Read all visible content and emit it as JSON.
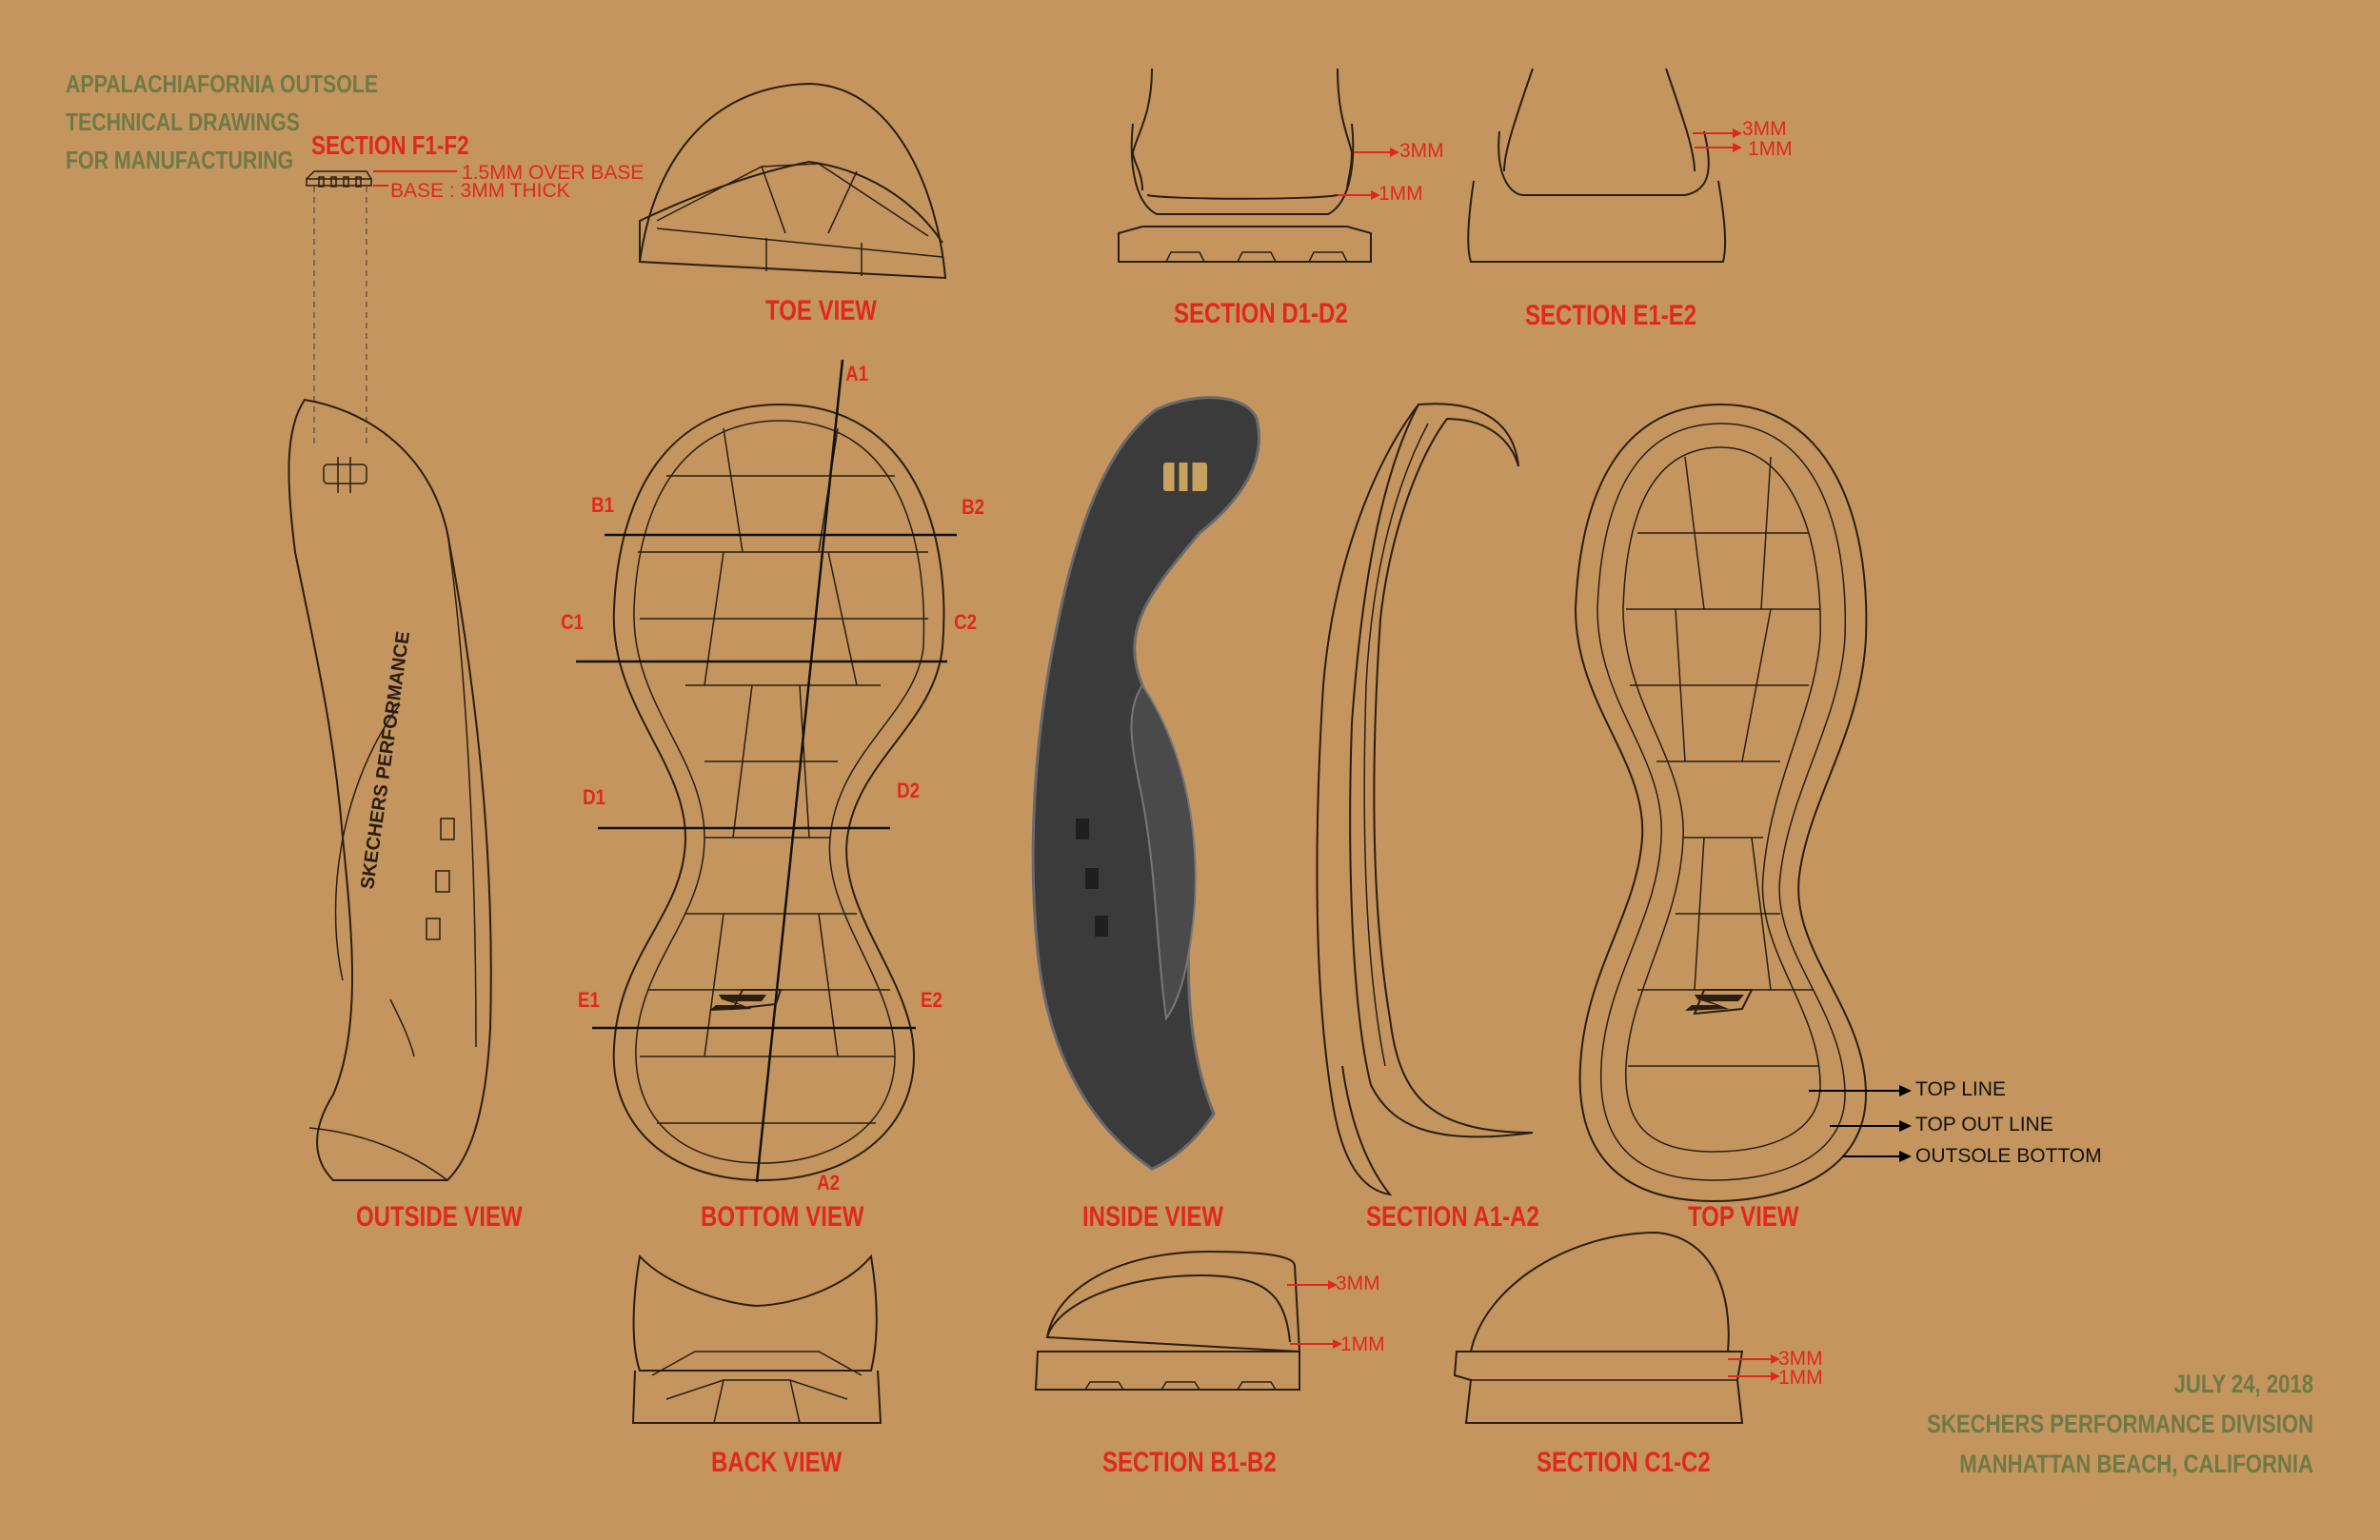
{
  "header": {
    "line1": "APPALACHIAFORNIA OUTSOLE",
    "line2": "TECHNICAL DRAWINGS",
    "line3": "FOR MANUFACTURING"
  },
  "section_f": {
    "title": "SECTION F1-F2",
    "over_base": "1.5MM OVER BASE",
    "base": "BASE : 3MM THICK"
  },
  "views": {
    "toe": "TOE VIEW",
    "section_d": "SECTION D1-D2",
    "section_e": "SECTION E1-E2",
    "outside": "OUTSIDE VIEW",
    "bottom": "BOTTOM VIEW",
    "inside": "INSIDE VIEW",
    "section_a": "SECTION A1-A2",
    "top": "TOP VIEW",
    "back": "BACK VIEW",
    "section_b": "SECTION B1-B2",
    "section_c": "SECTION C1-C2"
  },
  "dims": {
    "three_mm": "3MM",
    "one_mm": "1MM"
  },
  "cut_refs": {
    "a1": "A1",
    "a2": "A2",
    "b1": "B1",
    "b2": "B2",
    "c1": "C1",
    "c2": "C2",
    "d1": "D1",
    "d2": "D2",
    "e1": "E1",
    "e2": "E2"
  },
  "legend": {
    "top_line": "TOP LINE",
    "top_out_line": "TOP OUT LINE",
    "outsole_bottom": "OUTSOLE BOTTOM"
  },
  "brand": {
    "side_logo": "SKECHERS PERFORMANCE"
  },
  "footer": {
    "date": "JULY 24, 2018",
    "division": "SKECHERS PERFORMANCE DIVISION",
    "location": "MANHATTAN BEACH, CALIFORNIA"
  },
  "colors": {
    "background": "#c4955e",
    "header_text": "#6e7a45",
    "label_red": "#e0281e",
    "outline": "#2a1e12",
    "inside_view_fill": "#3b3b3c"
  }
}
